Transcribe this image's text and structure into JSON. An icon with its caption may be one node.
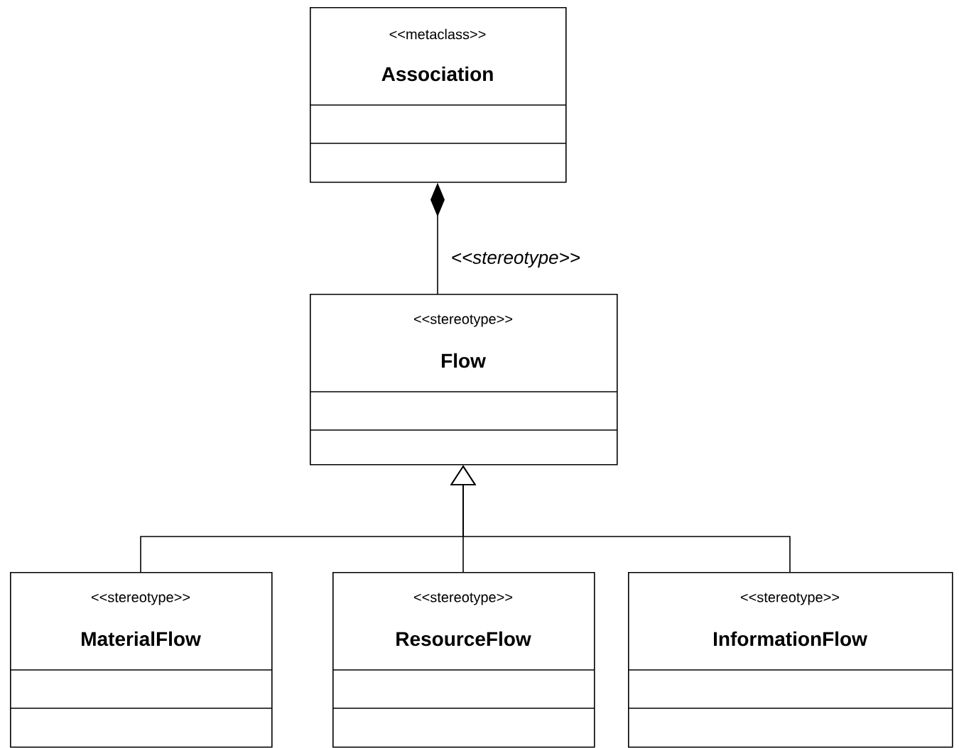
{
  "diagram": {
    "nodes": [
      {
        "text": [
          "<<metaclass>>",
          "Association"
        ]
      },
      {
        "text": [
          "<<stereotype>>",
          "Flow"
        ]
      },
      {
        "text": [
          "<<stereotype>>",
          "MaterialFlow"
        ]
      },
      {
        "text": [
          "<<stereotype>>",
          "ResourceFlow"
        ]
      },
      {
        "text": [
          "<<stereotype>>",
          "InformationFlow"
        ]
      }
    ],
    "edges": [
      {
        "from": 1,
        "to": 0,
        "arrow": "other",
        "label": "<<stereotype>>"
      },
      {
        "from": 2,
        "to": 1,
        "arrow": "to"
      },
      {
        "from": 3,
        "to": 1,
        "arrow": "to"
      },
      {
        "from": 4,
        "to": 1,
        "arrow": "to"
      }
    ]
  }
}
